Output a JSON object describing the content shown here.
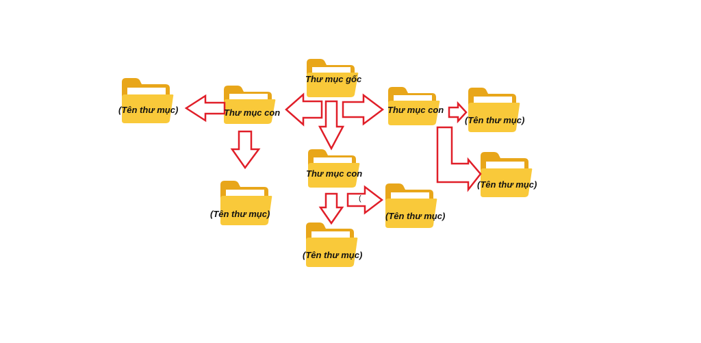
{
  "colors": {
    "folder_back": "#E8A61A",
    "folder_front": "#F9C93A",
    "paper": "#FFFFFF",
    "arrow_stroke": "#E01E28",
    "arrow_fill": "#FFFFFF",
    "text": "#111111"
  },
  "folders": {
    "root": {
      "label": "Thư mục gốc"
    },
    "child_left": {
      "label": "Thư mục con"
    },
    "child_middle": {
      "label": "Thư mục con"
    },
    "child_right": {
      "label": "Thư mục con"
    },
    "leaf_far_left": {
      "label": "(Tên thư mục)"
    },
    "leaf_left_below": {
      "label": "(Tên thư mục)"
    },
    "leaf_middle_below": {
      "label": "(Tên thư mục)"
    },
    "leaf_middle_right": {
      "label": "(Tên thư mục)"
    },
    "leaf_right_top": {
      "label": "(Tên thư mục)"
    },
    "leaf_right_bottom": {
      "label": "(Tên thư mục)"
    }
  },
  "stray_mark": "("
}
